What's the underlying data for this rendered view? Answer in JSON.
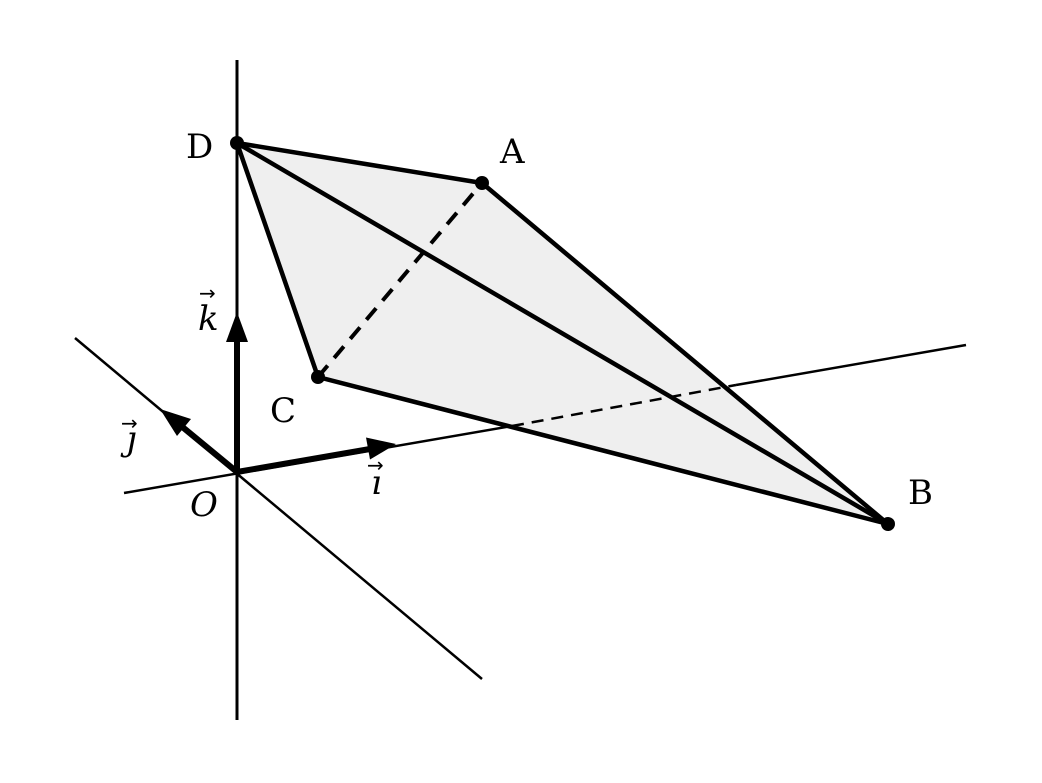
{
  "colors": {
    "ink": "#000000",
    "face_fill": "#efefef",
    "background": "#ffffff"
  },
  "points": {
    "D": "D",
    "A": "A",
    "C": "C",
    "B": "B",
    "O": "O"
  },
  "vectors": {
    "i": "ı",
    "j": "ȷ",
    "k": "k",
    "arrow": "→"
  }
}
